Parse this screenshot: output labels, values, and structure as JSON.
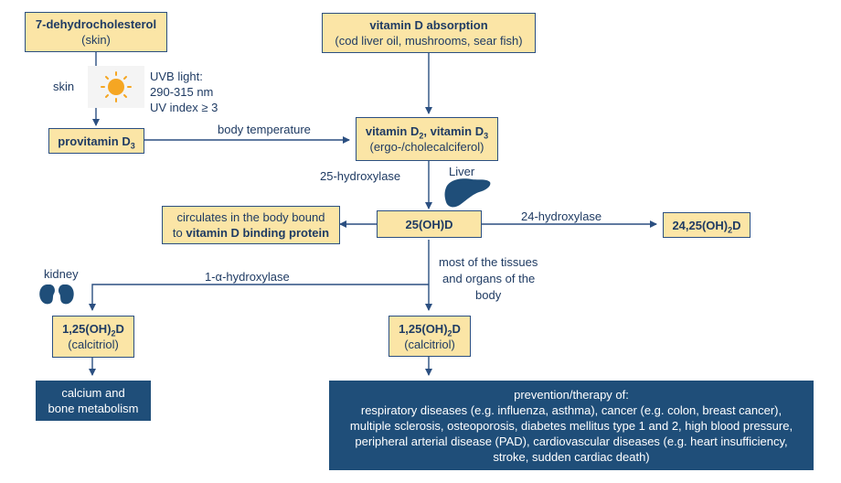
{
  "nodes": {
    "dehydro": {
      "title": "7-dehydrocholesterol",
      "sub": "(skin)"
    },
    "absorption": {
      "title": "vitamin D absorption",
      "sub": "(cod liver oil, mushrooms, sear fish)"
    },
    "provitamin": {
      "title": "provitamin D",
      "title_sub": "3"
    },
    "vitd": {
      "t1": "vitamin D",
      "s1": "2",
      "t2": ", vitamin D",
      "s2": "3",
      "sub": "(ergo-/cholecalciferol)"
    },
    "ohd": {
      "title": "25(OH)D"
    },
    "dihydroxy24": {
      "pre": "24,25(OH)",
      "s": "2",
      "post": "D"
    },
    "circulates": {
      "line1": "circulates in the body bound",
      "line2_pre": "to ",
      "line2_bold": "vitamin D binding protein"
    },
    "calcitriol_left": {
      "pre": "1,25(OH)",
      "s": "2",
      "post": "D",
      "sub": "(calcitriol)"
    },
    "calcitriol_right": {
      "pre": "1,25(OH)",
      "s": "2",
      "post": "D",
      "sub": "(calcitriol)"
    },
    "calcium": {
      "line1": "calcium and",
      "line2": "bone metabolism"
    },
    "prevention": {
      "lines": [
        "prevention/therapy of:",
        "respiratory diseases (e.g. influenza, asthma), cancer (e.g. colon, breast cancer),",
        "multiple sclerosis, osteoporosis, diabetes mellitus type 1 and 2, high blood pressure,",
        "peripheral arterial disease (PAD), cardiovascular diseases (e.g. heart insufficiency,",
        "stroke, sudden cardiac death)"
      ]
    }
  },
  "labels": {
    "skin": "skin",
    "uvb1": "UVB light:",
    "uvb2": "290-315 nm",
    "uvb3": "UV index ≥ 3",
    "body_temp": "body temperature",
    "hydroxylase25": "25-hydroxylase",
    "liver": "Liver",
    "hydroxylase24": "24-hydroxylase",
    "kidney": "kidney",
    "hydroxylase1a": "1-α-hydroxylase",
    "tissues1": "most of the tissues",
    "tissues2": "and organs of the",
    "tissues3": "body"
  },
  "icons": {
    "sun": "sun-icon",
    "liver": "liver-icon",
    "kidney": "kidney-icon"
  },
  "colors": {
    "box_fill": "#fbe5a6",
    "border": "#2b4f81",
    "dark_fill": "#1f4e79",
    "text": "#1f3b63",
    "sun": "#f5a623"
  }
}
